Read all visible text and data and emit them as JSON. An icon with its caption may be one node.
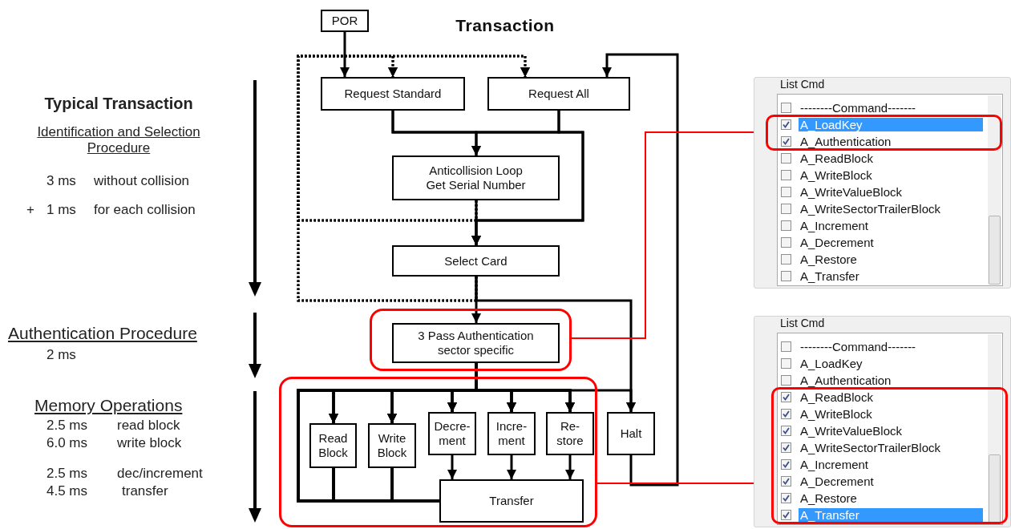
{
  "diagram": {
    "title": "Transaction",
    "nodes": [
      {
        "text": [
          "POR"
        ]
      },
      {
        "text": [
          "Request Standard"
        ]
      },
      {
        "text": [
          "Request All"
        ]
      },
      {
        "text": [
          "Anticollision Loop Get Serial Number"
        ]
      },
      {
        "text": [
          "Select Card"
        ]
      },
      {
        "text": [],
        "shape": "box"
      },
      {
        "text": [
          "3 Pass Authentication sector specific"
        ],
        "in": 5
      },
      {
        "text": [],
        "shape": "box"
      },
      {
        "text": [
          "Read Block"
        ],
        "in": 7
      },
      {
        "text": [
          "Write Block"
        ],
        "in": 7
      },
      {
        "text": [
          "Decre- ment"
        ],
        "in": 7
      },
      {
        "text": [
          "Incre- ment"
        ],
        "in": 7
      },
      {
        "text": [
          "Re- store"
        ],
        "in": 7
      },
      {
        "text": [
          "Halt"
        ]
      },
      {
        "text": [
          "Transfer"
        ],
        "in": 7
      },
      {
        "text": [
          "List Cmd",
          "--------Command-------",
          "A_ReadBlock",
          "A_WriteBlock",
          "A_WriteValueBlock",
          "A_WriteSectorTrailerBlock",
          "A_Increment",
          "A_Decrement",
          "A_Restore",
          "A_Transfer"
        ]
      },
      {
        "text": [
          "A_LoadKey",
          "A_Authentication"
        ],
        "in": 15
      },
      {
        "text": [
          "List Cmd",
          "--------Command-------",
          "A_LoadKey",
          "A_Authentication"
        ]
      },
      {
        "text": [
          "A_ReadBlock",
          "A_WriteBlock",
          "A_WriteValueBlock",
          "A_WriteSectorTrailerBlock",
          "A_Increment",
          "A_Decrement",
          "A_Restore",
          "A_Transfer"
        ],
        "in": 17
      }
    ],
    "edges": [
      {
        "from": 0,
        "to": 1,
        "arrow": "to"
      },
      {
        "from": 1,
        "to": 3,
        "arrow": "to"
      },
      {
        "from": 2,
        "to": 3,
        "arrow": "to"
      },
      {
        "from": 1,
        "to": 4,
        "arrow": "to"
      },
      {
        "from": 2,
        "to": 4,
        "arrow": "to"
      },
      {
        "from": 3,
        "to": 4,
        "arrow": "to"
      },
      {
        "from": 3,
        "to": 1,
        "arrow": "to",
        "style": "dashed"
      },
      {
        "from": 3,
        "to": 2,
        "arrow": "to",
        "style": "dashed"
      },
      {
        "from": 4,
        "to": 1,
        "arrow": "to",
        "style": "dashed"
      },
      {
        "from": 4,
        "to": 2,
        "arrow": "to",
        "style": "dashed"
      },
      {
        "from": 4,
        "to": 6,
        "arrow": "to"
      },
      {
        "from": 4,
        "to": 13,
        "arrow": "to"
      },
      {
        "from": 6,
        "to": 8,
        "arrow": "to"
      },
      {
        "from": 6,
        "to": 9,
        "arrow": "to"
      },
      {
        "from": 6,
        "to": 10,
        "arrow": "to"
      },
      {
        "from": 6,
        "to": 11,
        "arrow": "to"
      },
      {
        "from": 6,
        "to": 12,
        "arrow": "to"
      },
      {
        "from": 6,
        "to": 13,
        "arrow": "to"
      },
      {
        "from": 10,
        "to": 14,
        "arrow": "to"
      },
      {
        "from": 11,
        "to": 14,
        "arrow": "to"
      },
      {
        "from": 12,
        "to": 14,
        "arrow": "to"
      },
      {
        "from": 8,
        "to": 8,
        "arrow": "to"
      },
      {
        "from": 8,
        "to": 9,
        "arrow": "to"
      },
      {
        "from": 8,
        "to": 10,
        "arrow": "to"
      },
      {
        "from": 8,
        "to": 11,
        "arrow": "to"
      },
      {
        "from": 8,
        "to": 12,
        "arrow": "to"
      },
      {
        "from": 9,
        "to": 8,
        "arrow": "to"
      },
      {
        "from": 9,
        "to": 9,
        "arrow": "to"
      },
      {
        "from": 9,
        "to": 10,
        "arrow": "to"
      },
      {
        "from": 9,
        "to": 11,
        "arrow": "to"
      },
      {
        "from": 9,
        "to": 12,
        "arrow": "to"
      },
      {
        "from": 14,
        "to": 8,
        "arrow": "to"
      },
      {
        "from": 14,
        "to": 9,
        "arrow": "to"
      },
      {
        "from": 14,
        "to": 10,
        "arrow": "to"
      },
      {
        "from": 14,
        "to": 11,
        "arrow": "to"
      },
      {
        "from": 14,
        "to": 12,
        "arrow": "to"
      },
      {
        "from": 13,
        "to": 2,
        "arrow": "to"
      },
      {
        "from": 5,
        "to": 16,
        "arrow": "to",
        "color": "#ff0000"
      },
      {
        "from": 7,
        "to": 18,
        "arrow": "to",
        "color": "#ff0000"
      }
    ],
    "labels": [
      "Typical Transaction",
      "Identification and Selection Procedure",
      "3 ms",
      "without collision",
      "+",
      "1 ms",
      "for each collision",
      "Authentication Procedure",
      "2 ms",
      "Memory Operations",
      "2.5 ms",
      "read block",
      "6.0 ms",
      "write block",
      "2.5 ms",
      "dec/increment",
      "4.5 ms",
      "transfer"
    ]
  }
}
